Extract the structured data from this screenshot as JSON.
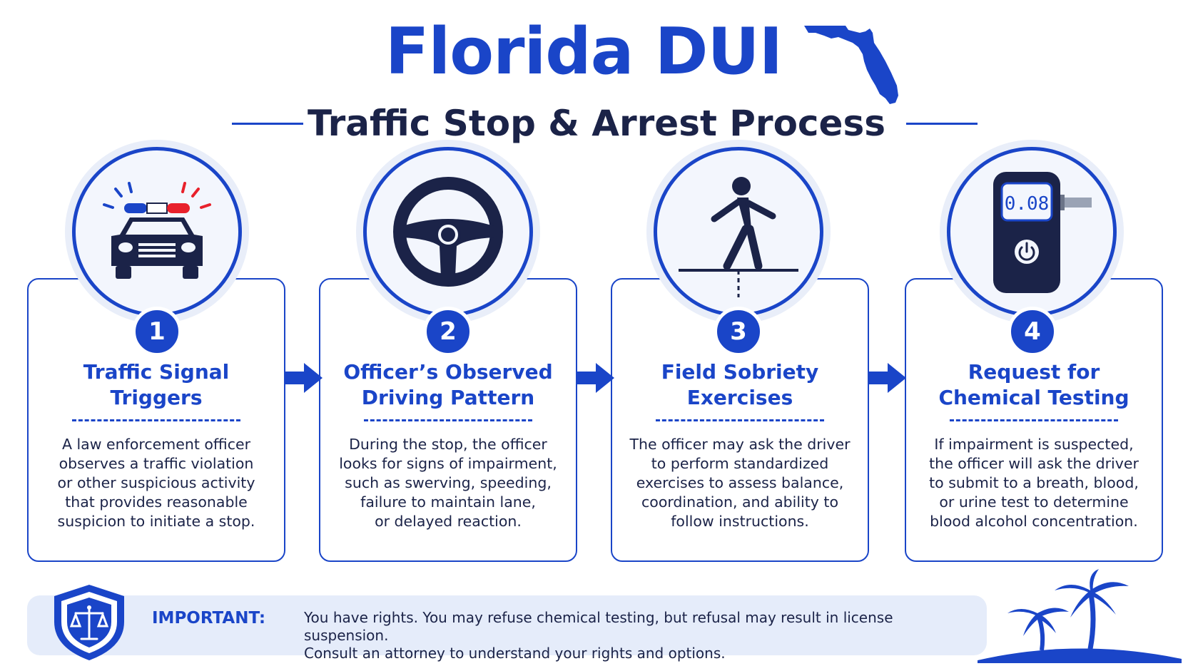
{
  "header": {
    "title": "Florida DUI",
    "subtitle": "Traffic Stop & Arrest Process",
    "map_icon": "florida-map-icon"
  },
  "steps": [
    {
      "number": "1",
      "title_line1": "Traffic Signal",
      "title_line2": "Triggers",
      "body": [
        "A law enforcement officer",
        "observes a traffic violation",
        "or other suspicious activity",
        "that provides reasonable",
        "suspicion to initiate a stop."
      ],
      "icon": "police-car-icon"
    },
    {
      "number": "2",
      "title_line1": "Officer’s Observed",
      "title_line2": "Driving Pattern",
      "body": [
        "During the stop, the officer",
        "looks for signs of impairment,",
        "such as swerving, speeding,",
        "failure to maintain lane,",
        "or delayed reaction."
      ],
      "icon": "steering-wheel-icon"
    },
    {
      "number": "3",
      "title_line1": "Field Sobriety",
      "title_line2": "Exercises",
      "body": [
        "The officer may ask the driver",
        "to perform standardized",
        "exercises to assess balance,",
        "coordination, and ability to",
        "follow instructions."
      ],
      "icon": "walking-line-icon"
    },
    {
      "number": "4",
      "title_line1": "Request for",
      "title_line2": "Chemical Testing",
      "body": [
        "If impairment is suspected,",
        "the officer will ask the driver",
        "to submit to a breath, blood,",
        "or urine test to determine",
        "blood alcohol concentration."
      ],
      "icon": "breathalyzer-icon",
      "display_value": "0.08"
    }
  ],
  "notice": {
    "label": "IMPORTANT:",
    "line1": "You have rights. You may refuse chemical testing, but refusal may result in license suspension.",
    "line2": "Consult an attorney to understand your rights and options.",
    "icon": "justice-shield-icon"
  },
  "decor": {
    "icon": "palm-trees-icon"
  },
  "colors": {
    "brand_blue": "#1a45c8",
    "navy": "#1b2348",
    "light_blue": "#e5ecfa",
    "siren_red": "#e8212b"
  }
}
